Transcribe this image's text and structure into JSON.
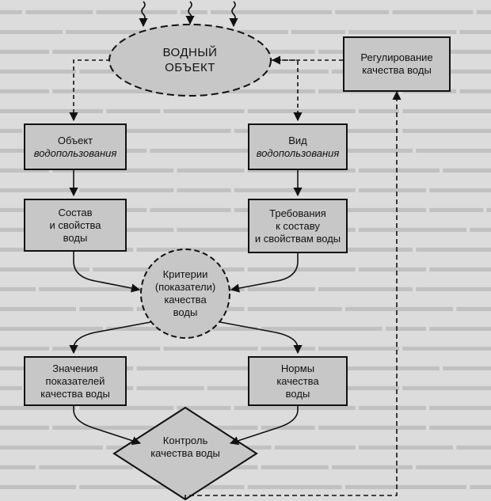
{
  "water_object": {
    "line1": "ВОДНЫЙ",
    "line2": "ОБЪЕКТ"
  },
  "regulation": {
    "line1": "Регулирование",
    "line2": "качества воды"
  },
  "usage_object": {
    "line1": "Объект",
    "line2": "водопользования"
  },
  "usage_type": {
    "line1": "Вид",
    "line2": "водопользования"
  },
  "composition": {
    "line1": "Состав",
    "line2": "и свойства",
    "line3": "воды"
  },
  "requirements": {
    "line1": "Требования",
    "line2": "к составу",
    "line3": "и свойствам воды"
  },
  "criteria": {
    "line1": "Критерии",
    "line2": "(показатели)",
    "line3": "качества",
    "line4": "воды"
  },
  "values_box": {
    "line1": "Значения",
    "line2": "показателей",
    "line3": "качества воды"
  },
  "norms": {
    "line1": "Нормы",
    "line2": "качества",
    "line3": "воды"
  },
  "control": {
    "line1": "Контроль",
    "line2": "качества воды"
  }
}
